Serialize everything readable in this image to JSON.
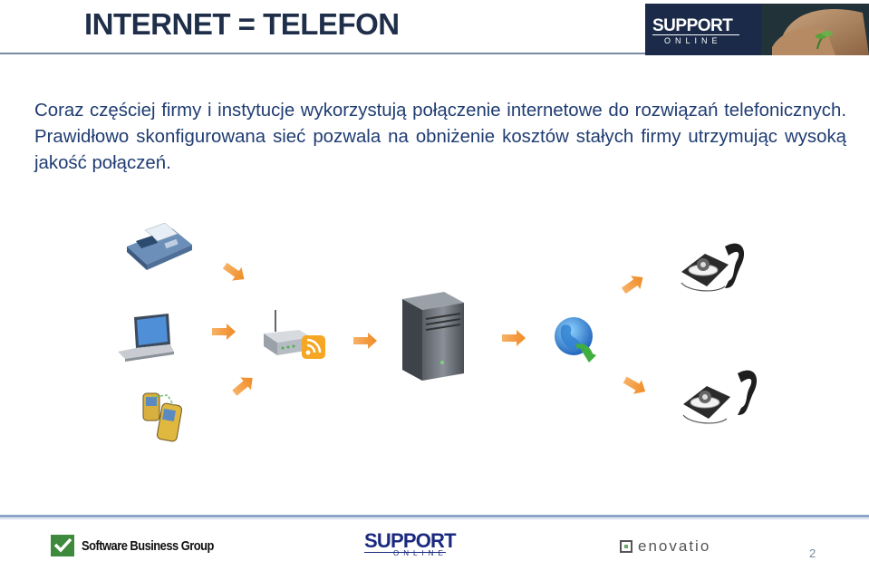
{
  "header": {
    "title": "INTERNET = TELEFON",
    "logo": {
      "support": "SUPPORT",
      "online": "ONLINE"
    }
  },
  "main": {
    "paragraph": "Coraz częściej firmy i instytucje wykorzystują połączenie internetowe do rozwiązań telefonicznych. Prawidłowo skonfigurowana sieć pozwala na obniżenie kosztów stałych firmy utrzymując wysoką jakość połączeń."
  },
  "diagram": {
    "nodes": [
      {
        "name": "fax-phone-icon"
      },
      {
        "name": "laptop-icon"
      },
      {
        "name": "mobile-phones-icon"
      },
      {
        "name": "wireless-router-icon"
      },
      {
        "name": "server-tower-icon"
      },
      {
        "name": "globe-icon"
      },
      {
        "name": "desk-phone-icon"
      },
      {
        "name": "desk-phone-icon"
      }
    ],
    "arrow_color": "#f28f2e"
  },
  "footer": {
    "sbg": "Software Business Group",
    "support": "SUPPORT",
    "online": "ONLINE",
    "enovatio": "enovatio",
    "page_number": "2"
  },
  "colors": {
    "title": "#1f2f4a",
    "text": "#1f3c72",
    "banner": "#1b2a48",
    "accent_arrow": "#f28f2e"
  }
}
